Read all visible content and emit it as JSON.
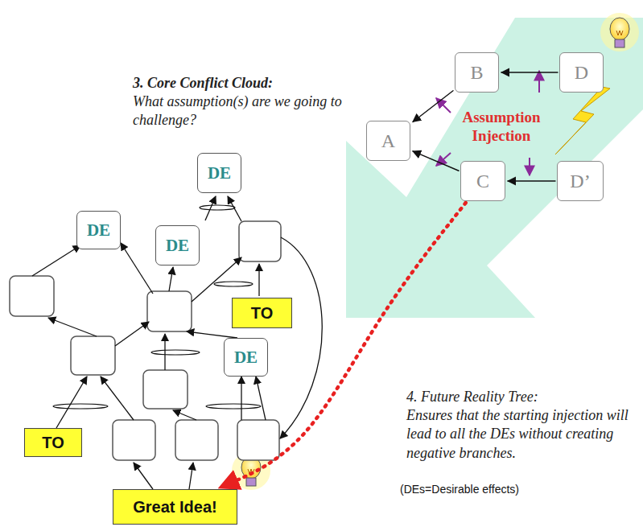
{
  "diagram": {
    "nodes": [
      {
        "text": [
          "B"
        ]
      },
      {
        "text": [
          "D"
        ]
      },
      {
        "text": [
          "A"
        ]
      },
      {
        "text": [
          "C"
        ]
      },
      {
        "text": [
          "D’"
        ]
      },
      {
        "text": [
          "DE"
        ]
      },
      {
        "text": [
          "DE"
        ]
      },
      {
        "text": [
          "DE"
        ]
      },
      {
        "text": [
          "TO"
        ]
      },
      {
        "text": [
          "DE"
        ]
      },
      {
        "text": [
          "TO"
        ]
      },
      {
        "text": [
          "Great Idea!"
        ]
      }
    ],
    "edges": [
      {
        "from": 0,
        "to": 2,
        "arrow": "to"
      },
      {
        "from": 1,
        "to": 0,
        "arrow": "to"
      },
      {
        "from": 3,
        "to": 2,
        "arrow": "to"
      },
      {
        "from": 4,
        "to": 3,
        "arrow": "to"
      },
      {
        "from": 3,
        "to": 11,
        "arrow": "to"
      }
    ],
    "labels": [
      "3. Core Conflict Cloud:",
      "What assumption(s) are we going to challenge?",
      "Assumption Injection",
      "4. Future Reality Tree:",
      "Ensures that the starting injection will lead to all the DEs without creating negative branches.",
      "(DEs=Desirable effects)"
    ]
  }
}
